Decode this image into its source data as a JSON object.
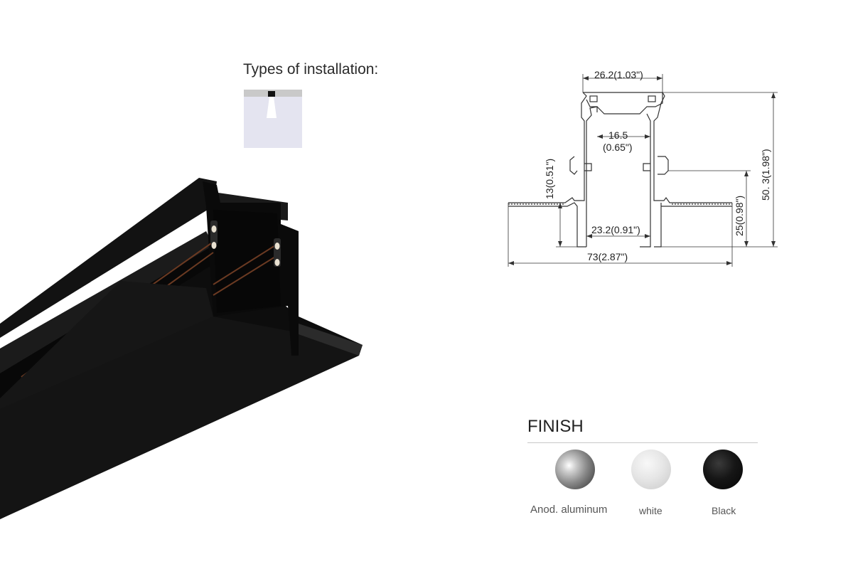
{
  "installation": {
    "title": "Types of installation:"
  },
  "drawing": {
    "top_width": "26.2(1.03\")",
    "inner_width_top": "16.5",
    "inner_width_top_in": "(0.65\")",
    "inner_width_bottom": "23.2(0.91\")",
    "overall_width": "73(2.87\")",
    "left_height": "13(0.51\")",
    "right_height_small": "25(0.98\")",
    "total_height": "50. 3(1.98\")"
  },
  "finish": {
    "title": "FINISH",
    "options": [
      {
        "label": "Anod. aluminum",
        "color": "#9e9e9e"
      },
      {
        "label": "white",
        "color": "#e3e3e3"
      },
      {
        "label": "Black",
        "color": "#141414"
      }
    ]
  }
}
